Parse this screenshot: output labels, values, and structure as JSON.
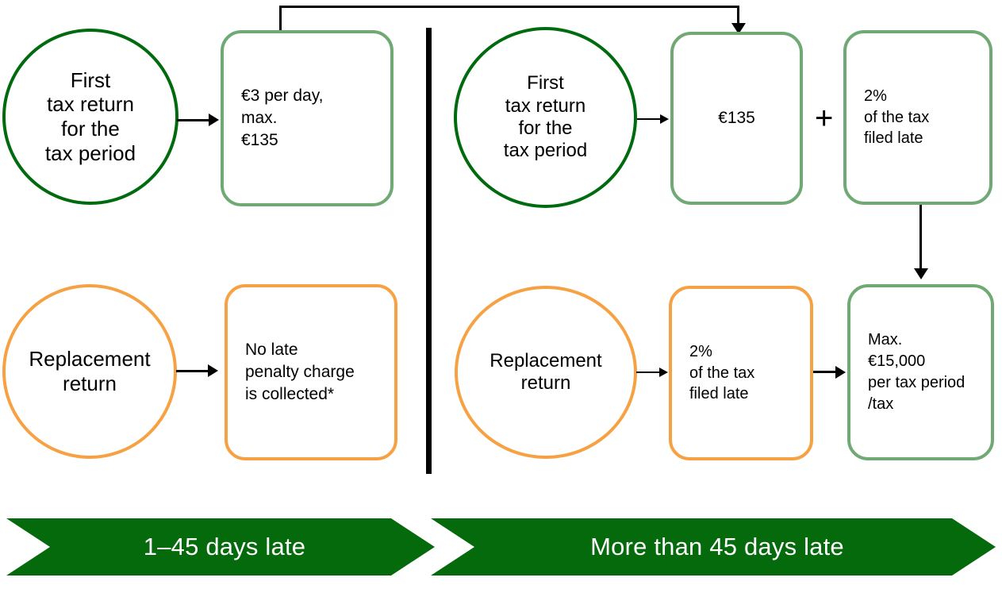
{
  "diagram": {
    "title": "Late filing penalties for tax returns",
    "colors": {
      "dark_green": "#006B0E",
      "light_green": "#71A974",
      "orange": "#F6A143",
      "banner_green": "#046A0B",
      "connector_black": "#000000"
    },
    "divider": {
      "style": "dashed-vertical",
      "separates": [
        "1–45 days late",
        "More than 45 days late"
      ]
    },
    "left_panel": {
      "banner_label": "1–45 days late",
      "rows": [
        {
          "source": {
            "shape": "circle",
            "color": "dark_green",
            "lines": [
              "First",
              "tax return",
              "for the",
              "tax period"
            ]
          },
          "result": {
            "shape": "rounded-rect",
            "color": "light_green",
            "lines": [
              "€3 per day,",
              "max.",
              "€135"
            ]
          }
        },
        {
          "source": {
            "shape": "circle",
            "color": "orange",
            "lines": [
              "Replacement",
              "return"
            ]
          },
          "result": {
            "shape": "rounded-rect",
            "color": "orange",
            "lines": [
              "No late",
              "penalty charge",
              "is collected*"
            ]
          }
        }
      ]
    },
    "right_panel": {
      "banner_label": "More than 45 days late",
      "plus_symbol": "+",
      "rows": [
        {
          "source": {
            "shape": "circle",
            "color": "dark_green",
            "lines": [
              "First",
              "tax return",
              "for the",
              "tax period"
            ]
          },
          "result": {
            "shape": "rounded-rect",
            "color": "light_green",
            "lines": [
              "€135"
            ]
          },
          "addend": {
            "shape": "rounded-rect",
            "color": "light_green",
            "lines": [
              "2%",
              "of the tax",
              "filed late"
            ]
          }
        },
        {
          "source": {
            "shape": "circle",
            "color": "orange",
            "lines": [
              "Replacement",
              "return"
            ]
          },
          "result": {
            "shape": "rounded-rect",
            "color": "orange",
            "lines": [
              "2%",
              "of the tax",
              "filed late"
            ]
          },
          "cap": {
            "shape": "rounded-rect",
            "color": "light_green",
            "lines": [
              "Max.",
              "€15,000",
              "per tax period",
              "/tax"
            ]
          }
        }
      ]
    },
    "connectors": [
      {
        "from": "left-first-return-result",
        "to": "right-135-box",
        "path": "up-over-down",
        "arrow": "down"
      },
      {
        "from": "right-2pct-top-box",
        "to": "right-max-box",
        "path": "down",
        "arrow": "down"
      },
      {
        "from": "left-green-circle",
        "to": "left-3-per-day-box",
        "arrow": "right"
      },
      {
        "from": "left-orange-circle",
        "to": "no-late-penalty-box",
        "arrow": "right"
      },
      {
        "from": "right-green-circle",
        "to": "right-135-box",
        "arrow": "right"
      },
      {
        "from": "right-orange-circle",
        "to": "right-2pct-bottom-box",
        "arrow": "right"
      },
      {
        "from": "right-2pct-bottom-box",
        "to": "right-max-box",
        "arrow": "right"
      }
    ]
  },
  "text": {
    "l_circle1_l1": "First",
    "l_circle1_l2": "tax return",
    "l_circle1_l3": "for the",
    "l_circle1_l4": "tax period",
    "l_box1_l1": "€3 per day,",
    "l_box1_l2": "max.",
    "l_box1_l3": "€135",
    "l_circle2_l1": "Replacement",
    "l_circle2_l2": "return",
    "l_box2_l1": "No late",
    "l_box2_l2": "penalty charge",
    "l_box2_l3": "is collected*",
    "r_circle1_l1": "First",
    "r_circle1_l2": "tax return",
    "r_circle1_l3": "for the",
    "r_circle1_l4": "tax period",
    "r_box1": "€135",
    "r_plus": "+",
    "r_box2_l1": "2%",
    "r_box2_l2": "of the tax",
    "r_box2_l3": "filed late",
    "r_circle2_l1": "Replacement",
    "r_circle2_l2": "return",
    "r_box3_l1": "2%",
    "r_box3_l2": "of the tax",
    "r_box3_l3": "filed late",
    "r_box4_l1": "Max.",
    "r_box4_l2": "€15,000",
    "r_box4_l3": "per tax period",
    "r_box4_l4": "/tax",
    "banner_left": "1–45 days late",
    "banner_right": "More than 45 days late"
  }
}
